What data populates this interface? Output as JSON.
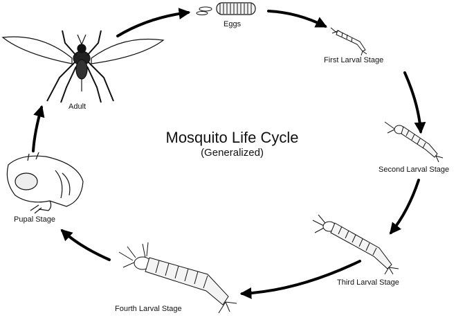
{
  "diagram": {
    "title": "Mosquito Life Cycle",
    "subtitle": "(Generalized)",
    "stages": {
      "eggs": "Eggs",
      "first_larval": "First Larval Stage",
      "second_larval": "Second Larval Stage",
      "third_larval": "Third Larval Stage",
      "fourth_larval": "Fourth Larval Stage",
      "pupal": "Pupal Stage",
      "adult": "Adult"
    }
  }
}
